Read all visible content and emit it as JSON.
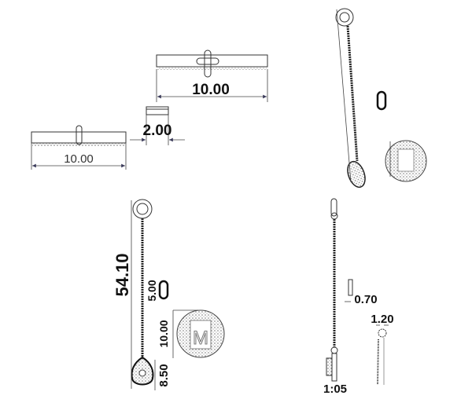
{
  "drawing": {
    "top_view_width": "10.00",
    "clasp_width": "2.00",
    "side_view_width": "10.00",
    "total_length": "54.10",
    "link_length": "5.00",
    "medallion_diameter": "10.00",
    "drop_length": "8.50",
    "wire_thickness": "0.70",
    "ring_width": "1.20",
    "scale": "1:05",
    "medallion_letter": "M"
  },
  "colors": {
    "line": "#333333",
    "arrow": "#3a3a5a",
    "texture": "#777777"
  }
}
